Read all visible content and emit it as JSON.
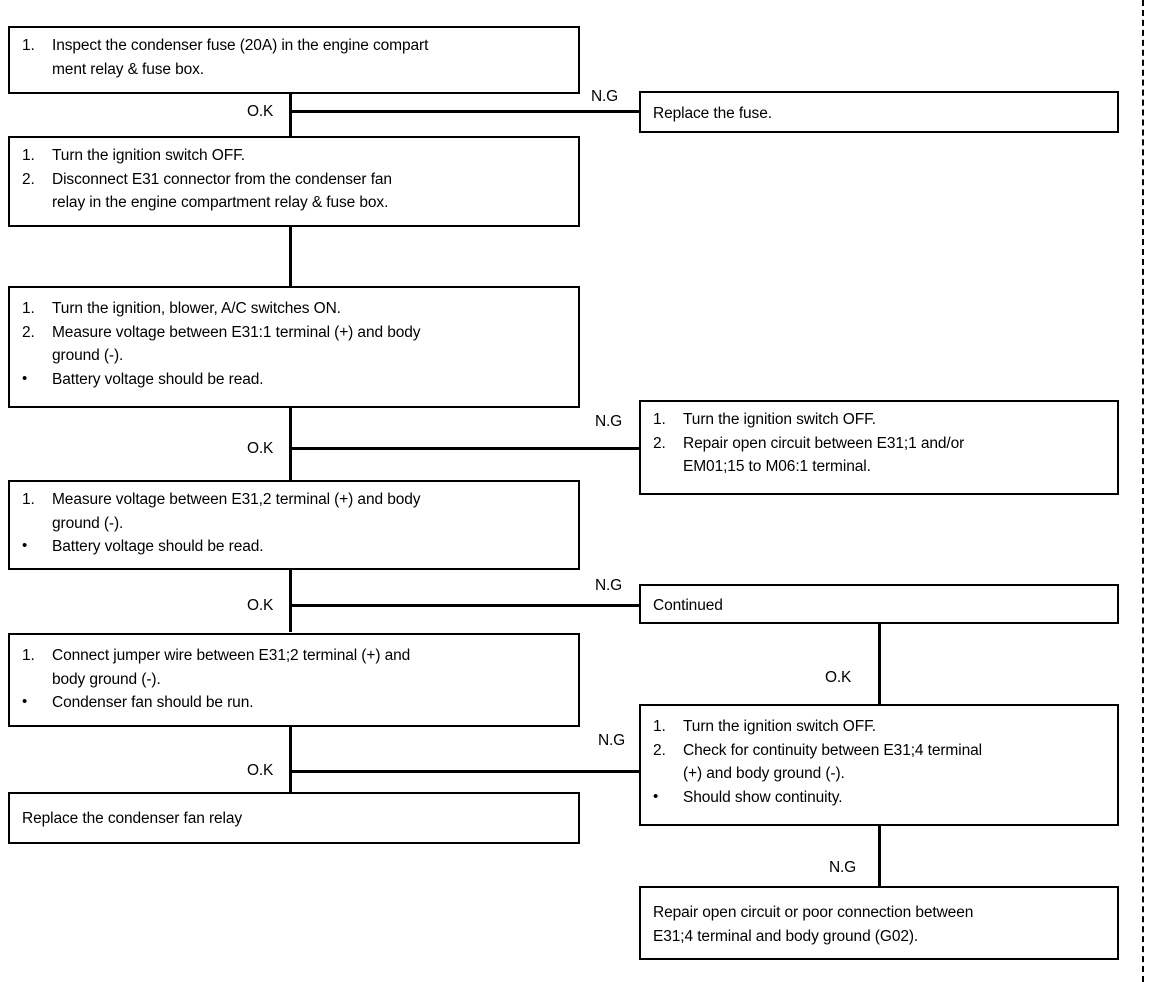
{
  "diagram": {
    "title": "Condenser fan relay circuit troubleshooting flowchart",
    "type": "flowchart",
    "ink_color": "#000000",
    "background_color": "#ffffff"
  },
  "labels": {
    "ok": "O.K",
    "ng": "N.G"
  },
  "boxes": {
    "inspect_fuse": {
      "num1": "1.",
      "l1": "Inspect the condenser fuse (20A) in the engine compart",
      "l2": "ment relay & fuse box."
    },
    "replace_fuse": {
      "text": "Replace the fuse."
    },
    "disconnect_e31": {
      "num1": "1.",
      "l1": "Turn the ignition switch OFF.",
      "num2": "2.",
      "l2": "Disconnect E31 connector from the condenser fan",
      "l2b": "relay in the engine compartment relay & fuse box."
    },
    "measure_e31_1": {
      "num1": "1.",
      "l1": "Turn the ignition, blower, A/C switches ON.",
      "num2": "2.",
      "l2": "Measure voltage between E31:1 terminal (+) and body",
      "l2b": "ground (-).",
      "bullet": "•",
      "l3": "Battery voltage should be read."
    },
    "repair_e31_1": {
      "num1": "1.",
      "l1": "Turn the ignition switch OFF.",
      "num2": "2.",
      "l2": "Repair open circuit between E31;1 and/or",
      "l2b": "EM01;15 to M06:1 terminal."
    },
    "measure_e31_2": {
      "num1": "1.",
      "l1": "Measure voltage between E31,2 terminal (+) and body",
      "l1b": "ground (-).",
      "bullet": "•",
      "l2": "Battery voltage should be read."
    },
    "continued": {
      "text": "Continued"
    },
    "jumper_wire": {
      "num1": "1.",
      "l1": "Connect jumper wire between E31;2 terminal (+) and",
      "l1b": "body ground (-).",
      "bullet": "•",
      "l2": "Condenser fan should be run."
    },
    "check_continuity": {
      "num1": "1.",
      "l1": "Turn the ignition switch OFF.",
      "num2": "2.",
      "l2": "Check for continuity between E31;4 terminal",
      "l2b": "(+) and body ground (-).",
      "bullet": "•",
      "l3": "Should show continuity."
    },
    "replace_relay": {
      "text": "Replace the condenser fan relay"
    },
    "repair_ground": {
      "l1": "Repair open circuit or poor connection between",
      "l2": "E31;4 terminal and body ground (G02)."
    }
  }
}
